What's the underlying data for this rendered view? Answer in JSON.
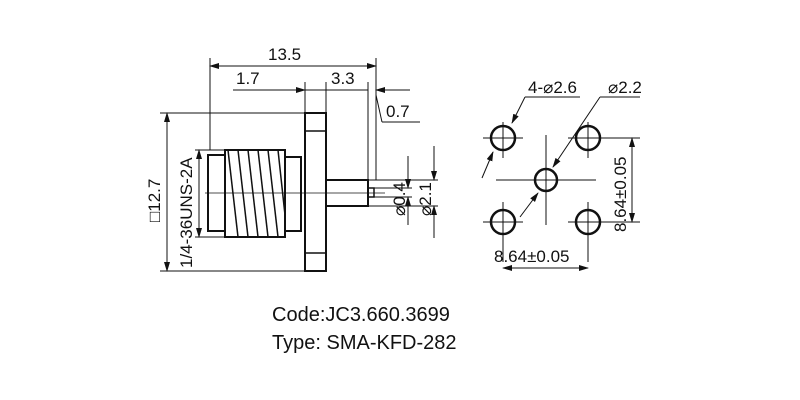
{
  "drawing": {
    "side_view": {
      "overall_length": "13.5",
      "thread_offset": "1.7",
      "flange_to_pin": "3.3",
      "pin_tip": "0.7",
      "flange_square": "□12.7",
      "thread": "1/4-36UNS-2A",
      "pin_diameter": "⌀0.4",
      "insulator_diameter": "⌀2.1"
    },
    "hole_pattern": {
      "mount_holes": "4-⌀2.6",
      "center_hole": "⌀2.2",
      "spacing_vertical": "8.64±0.05",
      "spacing_horizontal": "8.64±0.05"
    }
  },
  "caption": {
    "code": "Code:JC3.660.3699",
    "type": "Type: SMA-KFD-282"
  },
  "colors": {
    "line": "#111111",
    "background": "#ffffff"
  }
}
